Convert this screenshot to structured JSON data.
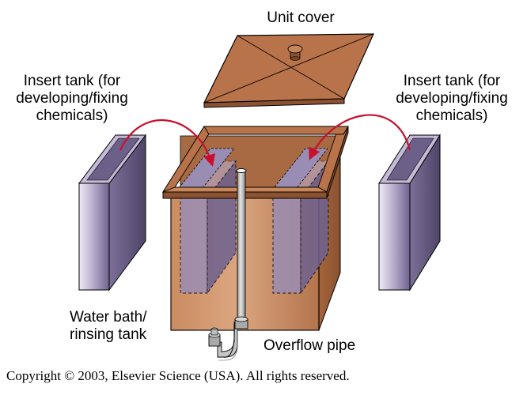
{
  "labels": {
    "unit_cover": "Unit cover",
    "insert_left": [
      "Insert tank (for",
      "developing/fixing",
      "chemicals)"
    ],
    "insert_right": [
      "Insert tank (for",
      "developing/fixing",
      "chemicals)"
    ],
    "water_bath": [
      "Water bath/",
      "rinsing tank"
    ],
    "overflow": "Overflow pipe"
  },
  "copyright": "Copyright © 2003, Elsevier Science (USA).  All rights reserved.",
  "colors": {
    "copper": "#b8734a",
    "copper_light": "#d39a6e",
    "copper_dark": "#8a5230",
    "purple": "#8c7fa8",
    "purple_light": "#d8d0e6",
    "purple_dark": "#5e527a",
    "pipe": "#b5b5b5",
    "arrow": "#c8102e"
  }
}
